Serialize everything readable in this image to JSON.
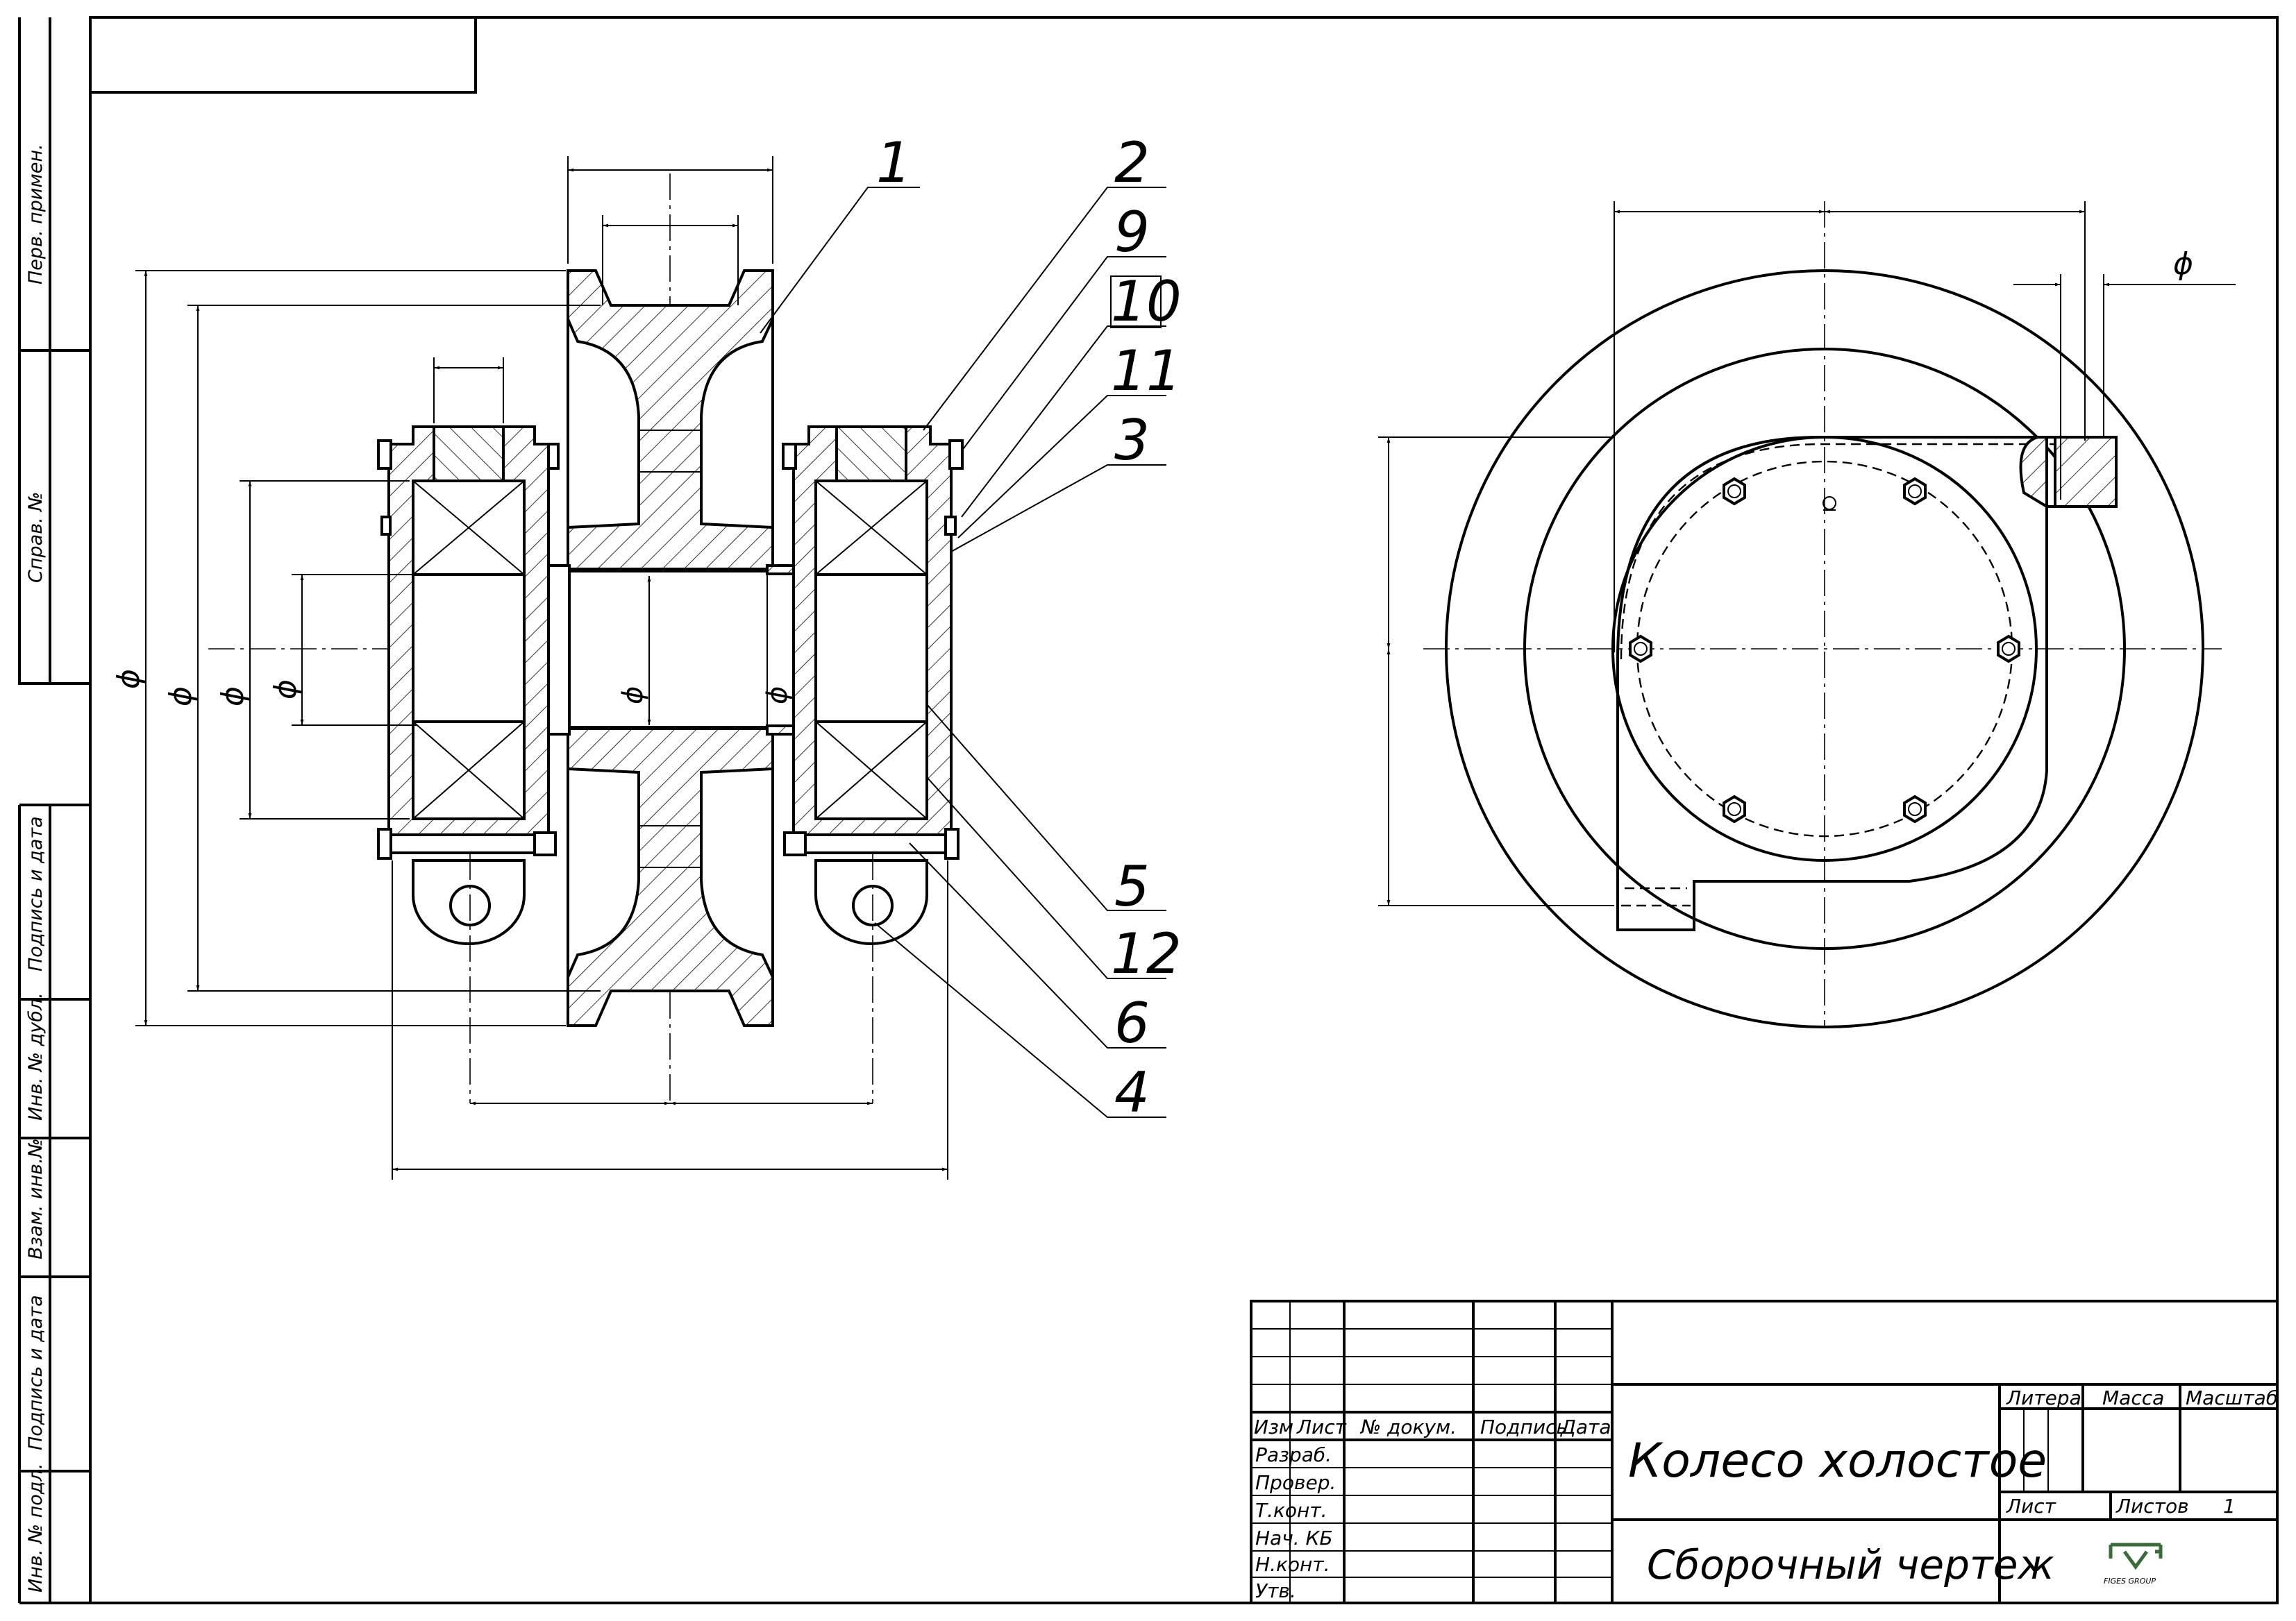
{
  "title_block": {
    "drawing_name": "Колесо холостое",
    "document_type": "Сборочный чертеж",
    "headers": {
      "izm": "Изм",
      "list": "Лист",
      "doc_no": "№ докум.",
      "podpis": "Подпись",
      "data": "Дата"
    },
    "roles": [
      "Разраб.",
      "Провер.",
      "Т.конт.",
      "Нач. КБ",
      "Н.конт.",
      "Утв."
    ],
    "litera": "Литера",
    "massa": "Масса",
    "masshtab": "Масштаб",
    "sheet_label": "Лист",
    "sheets_label": "Листов",
    "sheets_count": "1",
    "logo_text": "FIGES GROUP"
  },
  "side_strip": {
    "perv_primen": "Перв. примен.",
    "sprav_no": "Справ. №",
    "podpis_data_top": "Подпись и дата",
    "inv_dubl": "Инв. № дубл.",
    "vzam_inv": "Взам. инв.№",
    "podpis_data_bottom": "Подпись и дата",
    "inv_podl": "Инв. № подл."
  },
  "callouts": {
    "c1": "1",
    "c2": "2",
    "c9": "9",
    "c10": "10",
    "c11": "11",
    "c3": "3",
    "c5": "5",
    "c12": "12",
    "c6": "6",
    "c4": "4"
  },
  "dimension_symbol": "ϕ"
}
